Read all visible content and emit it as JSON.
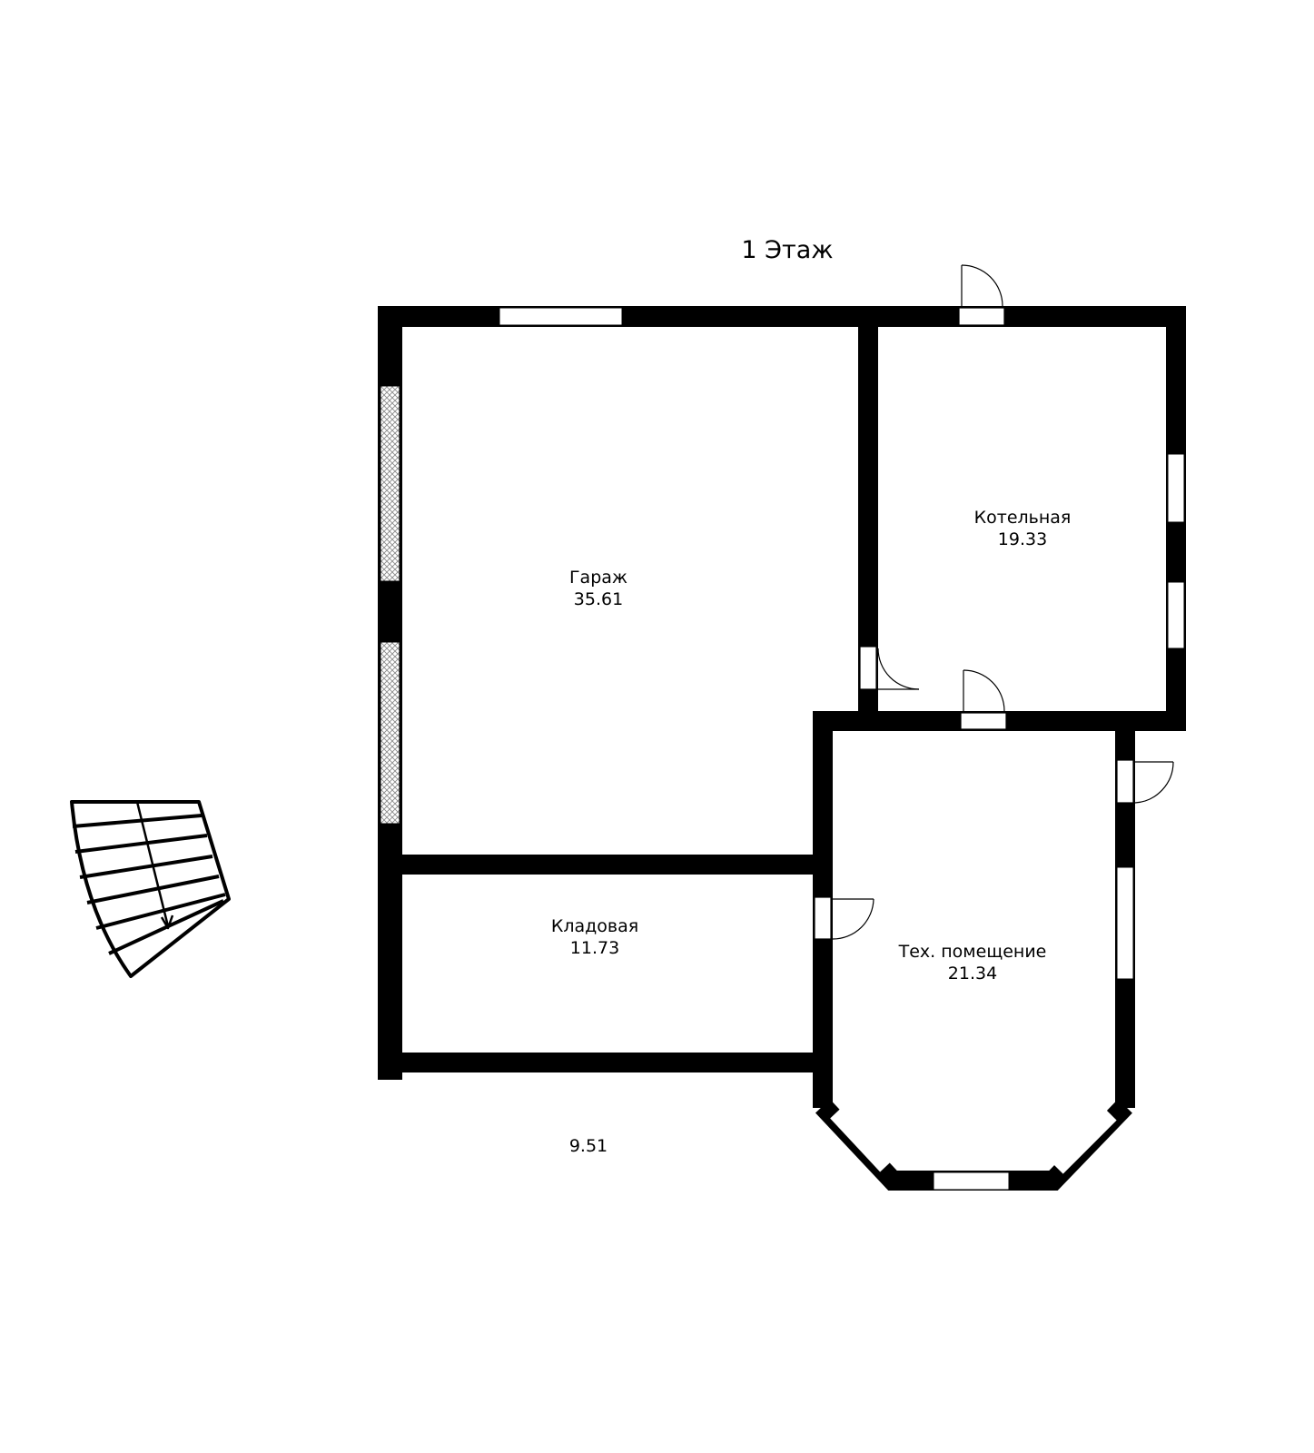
{
  "floor_title": "1 Этаж",
  "colors": {
    "wall": "#000000",
    "background": "#ffffff",
    "glass_pattern": "#9e9e9e"
  },
  "rooms": [
    {
      "id": "garage",
      "name": "Гараж",
      "area": "35.61"
    },
    {
      "id": "boiler",
      "name": "Котельная",
      "area": "19.33"
    },
    {
      "id": "storage",
      "name": "Кладовая",
      "area": "11.73"
    },
    {
      "id": "tech",
      "name": "Тех. помещение",
      "area": "21.34"
    }
  ],
  "outside_area": "9.51"
}
